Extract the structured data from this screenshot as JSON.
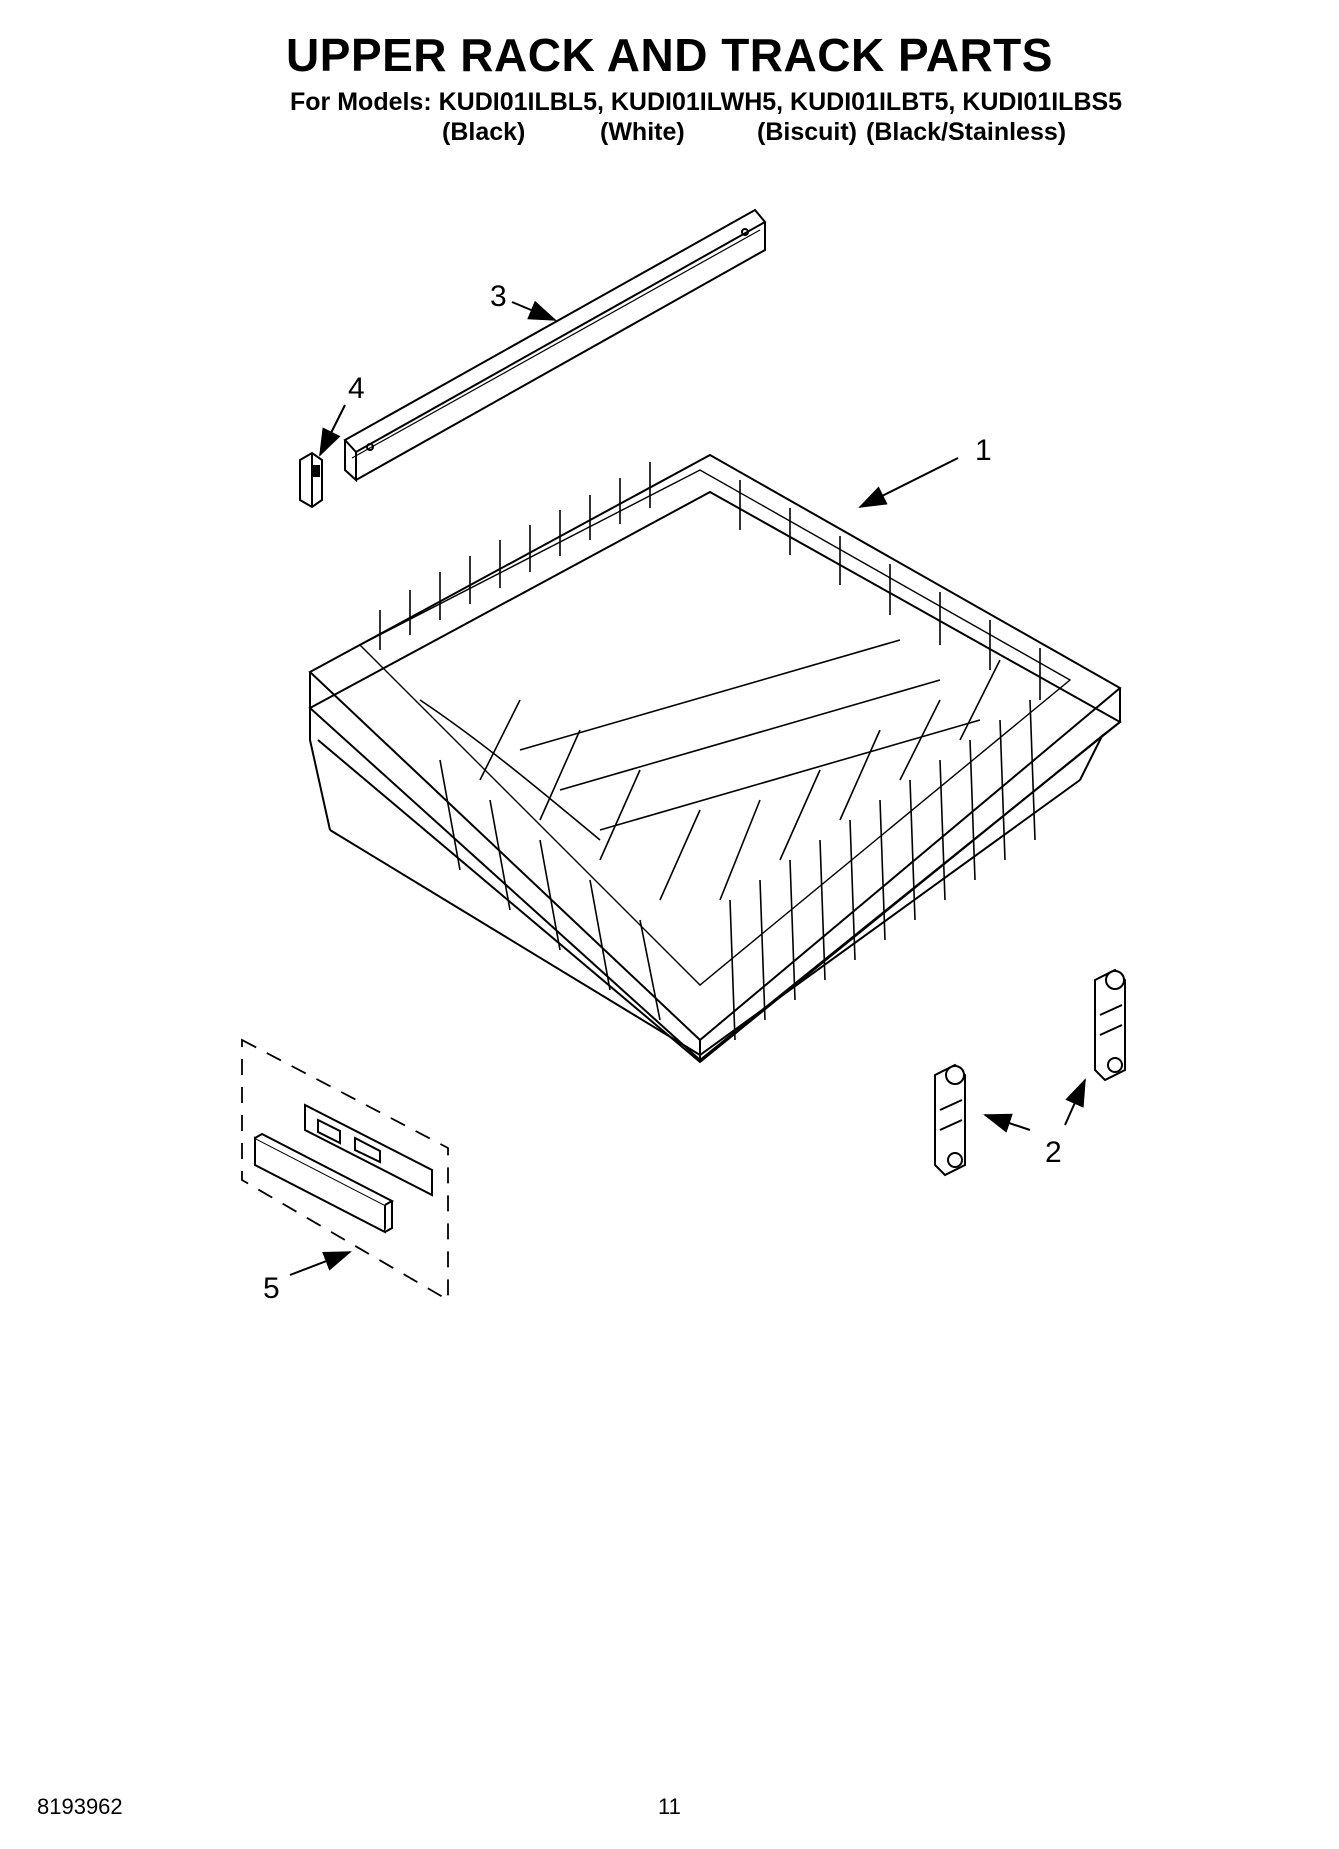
{
  "title": "UPPER RACK AND TRACK PARTS",
  "models_line": "For Models: KUDI01ILBL5, KUDI01ILWH5, KUDI01ILBT5, KUDI01ILBS5",
  "colors": [
    "(Black)",
    "(White)",
    "(Biscuit)",
    "(Black/Stainless)"
  ],
  "callouts": [
    "1",
    "2",
    "3",
    "4",
    "5"
  ],
  "footer": {
    "doc_number": "8193962",
    "page_number": "11"
  }
}
